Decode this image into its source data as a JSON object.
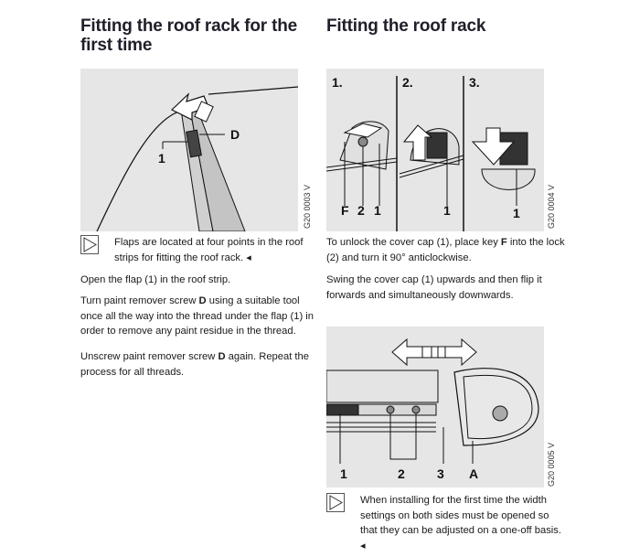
{
  "left": {
    "heading": "Fitting the roof rack for the first time",
    "figure": {
      "code": "G20 0003 V",
      "labels": [
        "D",
        "1"
      ]
    },
    "note": {
      "icon": "triangle-note-icon",
      "text": "Flaps are located at four points in the roof strips for fitting the roof rack.",
      "end_mark": "◂"
    },
    "paragraphs": [
      {
        "parts": [
          "Open the flap (1) in the roof strip."
        ]
      },
      {
        "before": "Turn paint remover screw ",
        "bold": "D",
        "after": " using a suitable tool once all the way into the thread under the flap (1) in order to remove any paint residue in the thread."
      },
      {
        "before": "Unscrew paint remover screw ",
        "bold": "D",
        "after": " again. Repeat the process for all threads."
      }
    ]
  },
  "right": {
    "heading": "Fitting the roof rack",
    "figure1": {
      "code": "G20 0004 V",
      "steps": [
        "1.",
        "2.",
        "3."
      ],
      "labels": [
        "F",
        "2",
        "1",
        "1",
        "1"
      ]
    },
    "paragraphs": [
      {
        "before": "To unlock the cover cap (1), place key ",
        "bold": "F",
        "after": " into the lock (2) and turn it 90° anticlockwise."
      },
      {
        "before": "Swing the cover cap (1) upwards and then flip it forwards and simultaneously downwards.",
        "bold": "",
        "after": ""
      }
    ],
    "figure2": {
      "code": "G20 0005 V",
      "labels": [
        "1",
        "2",
        "3",
        "A"
      ]
    },
    "note": {
      "icon": "triangle-note-icon",
      "text": "When installing for the first time the width settings on both sides must be opened so that they can be adjusted on a one-off basis.",
      "end_mark": "◂"
    }
  }
}
